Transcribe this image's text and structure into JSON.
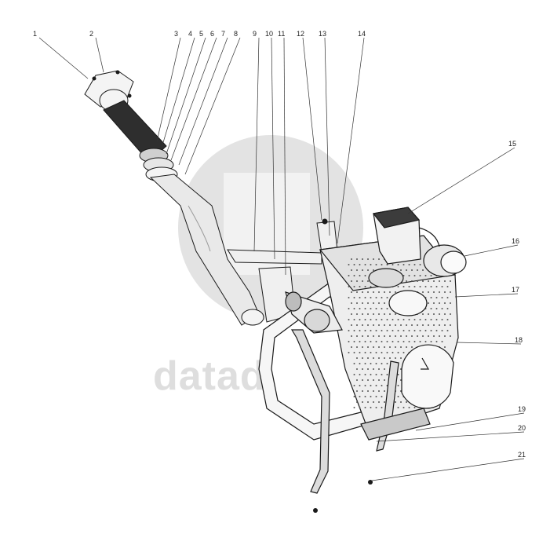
{
  "watermark": {
    "text": "datadiagram",
    "color": "#dcdcdc"
  },
  "callouts": [
    {
      "id": "c1",
      "label": "1"
    },
    {
      "id": "c2",
      "label": "2"
    },
    {
      "id": "c3",
      "label": "3"
    },
    {
      "id": "c4",
      "label": "4"
    },
    {
      "id": "c5",
      "label": "5"
    },
    {
      "id": "c6",
      "label": "6"
    },
    {
      "id": "c7",
      "label": "7"
    },
    {
      "id": "c8",
      "label": "8"
    },
    {
      "id": "c9",
      "label": "9"
    },
    {
      "id": "c10",
      "label": "10"
    },
    {
      "id": "c11",
      "label": "11"
    },
    {
      "id": "c12",
      "label": "12"
    },
    {
      "id": "c13",
      "label": "13"
    },
    {
      "id": "c14",
      "label": "14"
    },
    {
      "id": "c15",
      "label": "15"
    },
    {
      "id": "c16",
      "label": "16"
    },
    {
      "id": "c17",
      "label": "17"
    },
    {
      "id": "c18",
      "label": "18"
    },
    {
      "id": "c19",
      "label": "19"
    },
    {
      "id": "c20",
      "label": "20"
    },
    {
      "id": "c21",
      "label": "21"
    }
  ],
  "colors": {
    "line": "#1a1a1a",
    "part_fill": "#f4f4f4",
    "shade": "#cfcfcf",
    "dark": "#3a3a3a"
  }
}
